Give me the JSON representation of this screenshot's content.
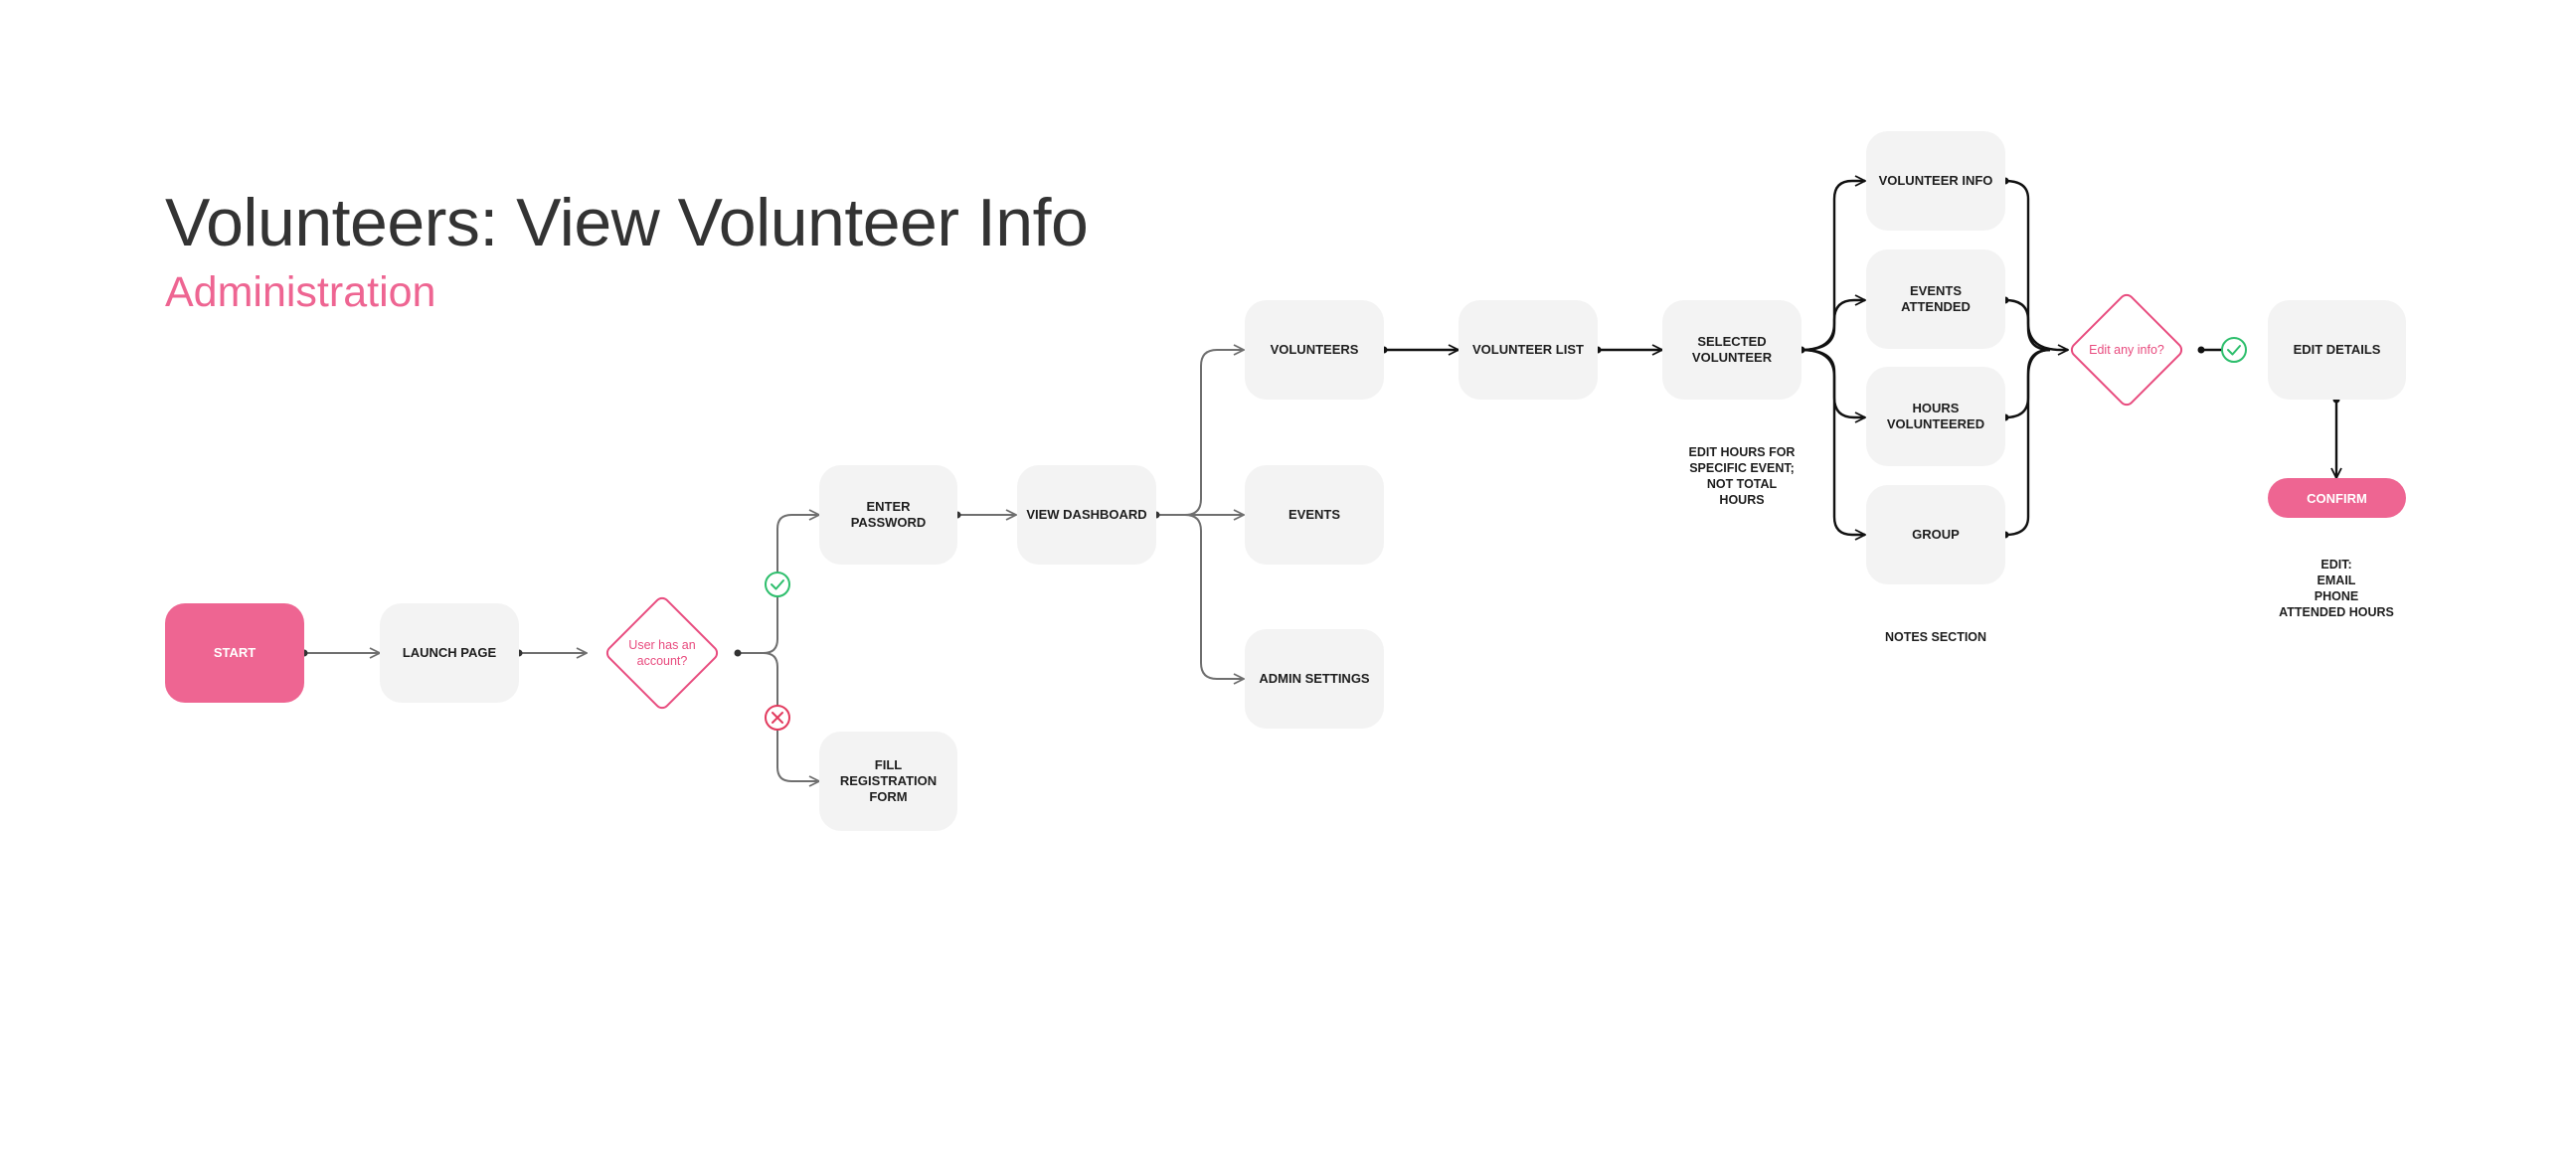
{
  "header": {
    "title": "Volunteers: View Volunteer Info",
    "subtitle": "Administration"
  },
  "nodes": {
    "start": "START",
    "launch_page": "LAUNCH PAGE",
    "decision_account": "User has an\naccount?",
    "enter_password": "ENTER PASSWORD",
    "fill_registration": "FILL\nREGISTRATION\nFORM",
    "view_dashboard": "VIEW DASHBOARD",
    "volunteers": "VOLUNTEERS",
    "events": "EVENTS",
    "admin_settings": "ADMIN SETTINGS",
    "volunteer_list": "VOLUNTEER LIST",
    "selected_volunteer": "SELECTED\nVOLUNTEER",
    "volunteer_info": "VOLUNTEER INFO",
    "events_attended": "EVENTS\nATTENDED",
    "hours_volunteered": "HOURS\nVOLUNTEERED",
    "group": "GROUP",
    "decision_edit": "Edit any info?",
    "edit_details": "EDIT DETAILS",
    "confirm": "CONFIRM"
  },
  "notes": {
    "edit_hours": "EDIT HOURS FOR\nSPECIFIC EVENT;\nNOT TOTAL\nHOURS",
    "notes_section": "NOTES SECTION",
    "edit_fields": "EDIT:\nEMAIL\nPHONE\nATTENDED HOURS"
  },
  "colors": {
    "accent": "#EE6592",
    "decision_stroke": "#E84B7E",
    "node_fill": "#F3F3F3",
    "success": "#2DBE6C",
    "failure": "#E23A5E",
    "connector_gray": "#6F6F6F",
    "connector_dark": "#111111"
  }
}
